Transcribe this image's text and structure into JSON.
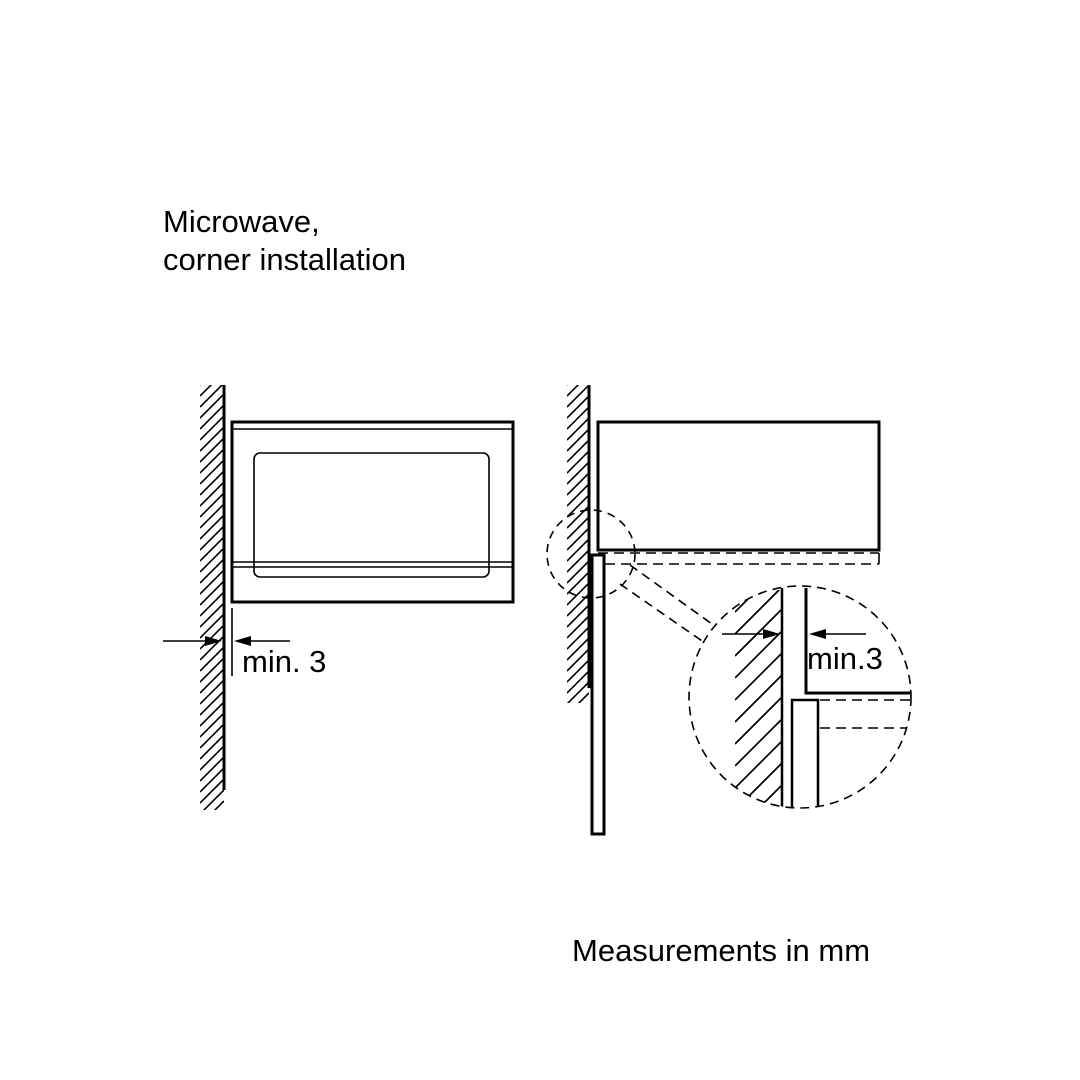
{
  "title": {
    "line1": "Microwave,",
    "line2": "corner installation"
  },
  "front_view": {
    "clearance_label": "min. 3"
  },
  "side_view": {
    "detail_clearance_label": "min.3"
  },
  "footer": {
    "measurements_note": "Measurements in mm"
  },
  "colors": {
    "line": "#000000",
    "background": "#ffffff"
  }
}
